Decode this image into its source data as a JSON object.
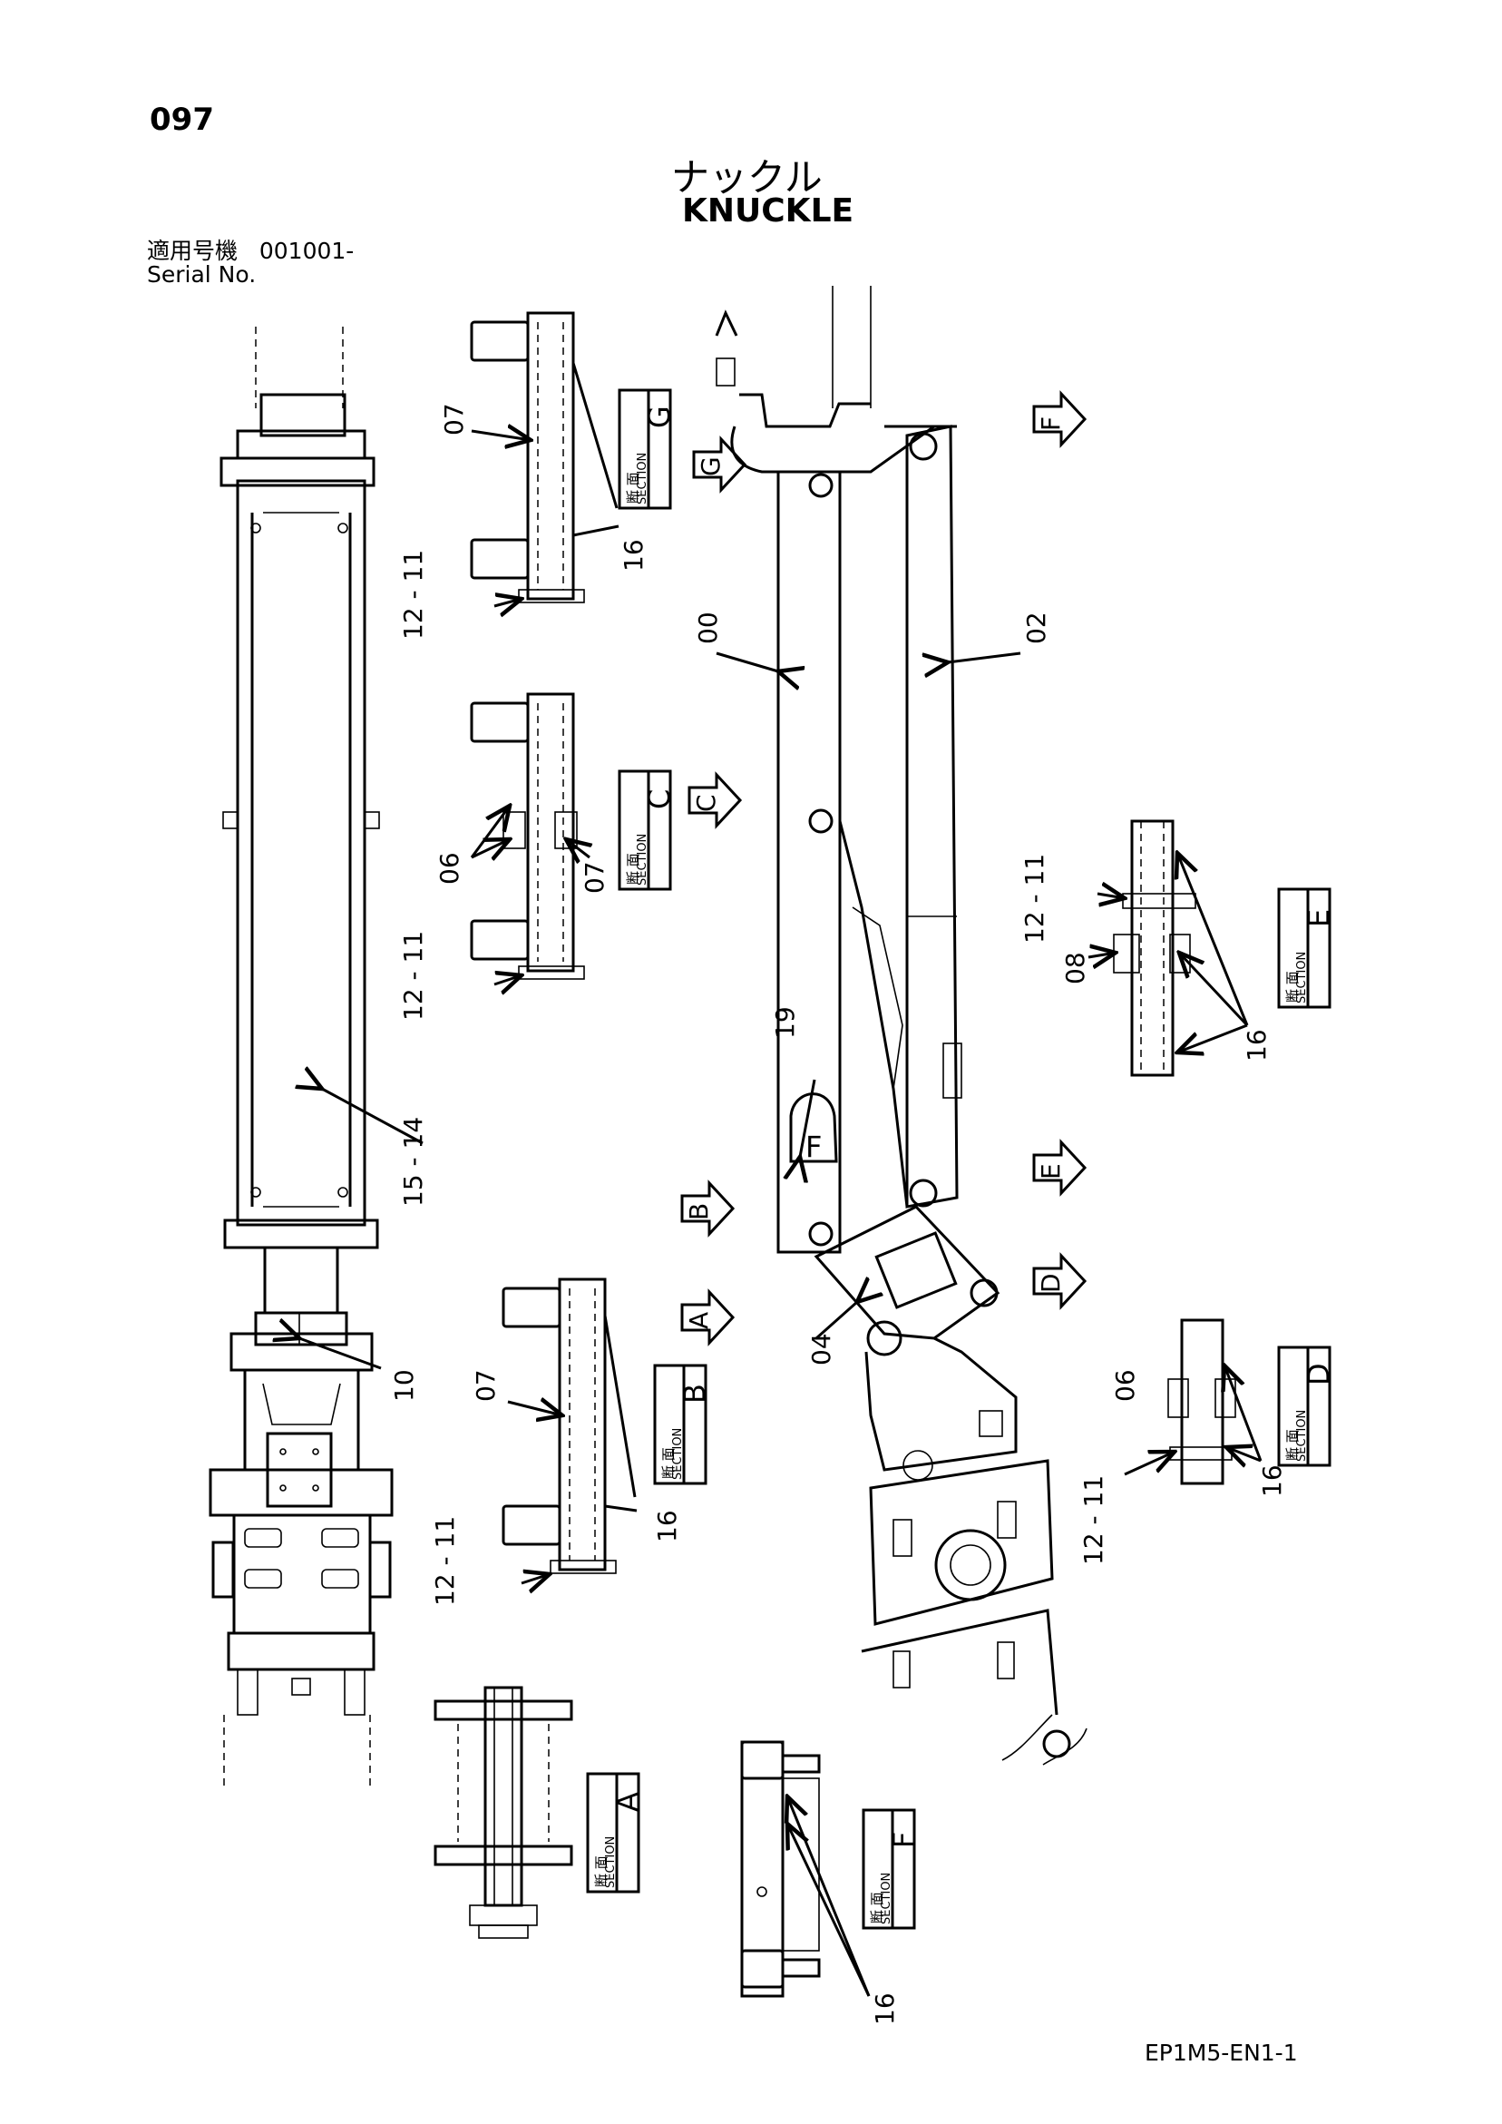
{
  "header": {
    "page_number": "097",
    "title_jp": "ナックル",
    "title_en": "KNUCKLE",
    "serial_label_jp": "適用号機",
    "serial_value": "001001-",
    "serial_label_en": "Serial No."
  },
  "footer": {
    "doc_code": "EP1M5-EN1-1"
  },
  "callouts": {
    "p00": "00",
    "p02": "02",
    "p04": "04",
    "p06a": "06",
    "p06b": "06",
    "p07a": "07",
    "p07b": "07",
    "p07c": "07",
    "p08": "08",
    "p10": "10",
    "p1211a": "12 - 11",
    "p1211b": "12 - 11",
    "p1211c": "12 - 11",
    "p1211d": "12 - 11",
    "p1211e": "12 - 11",
    "p1514": "15 - 14",
    "p16a": "16",
    "p16b": "16",
    "p16c": "16",
    "p16d": "16",
    "p16e": "16",
    "p19": "19"
  },
  "sections": {
    "jp": "断 面",
    "en": "SECTION",
    "letters": {
      "a": "A",
      "b": "B",
      "c": "C",
      "d": "D",
      "e": "E",
      "f": "F",
      "g": "G"
    }
  },
  "view_arrows": {
    "a": "A",
    "b": "B",
    "c": "C",
    "d": "D",
    "e": "E",
    "f": "F",
    "g": "G"
  }
}
